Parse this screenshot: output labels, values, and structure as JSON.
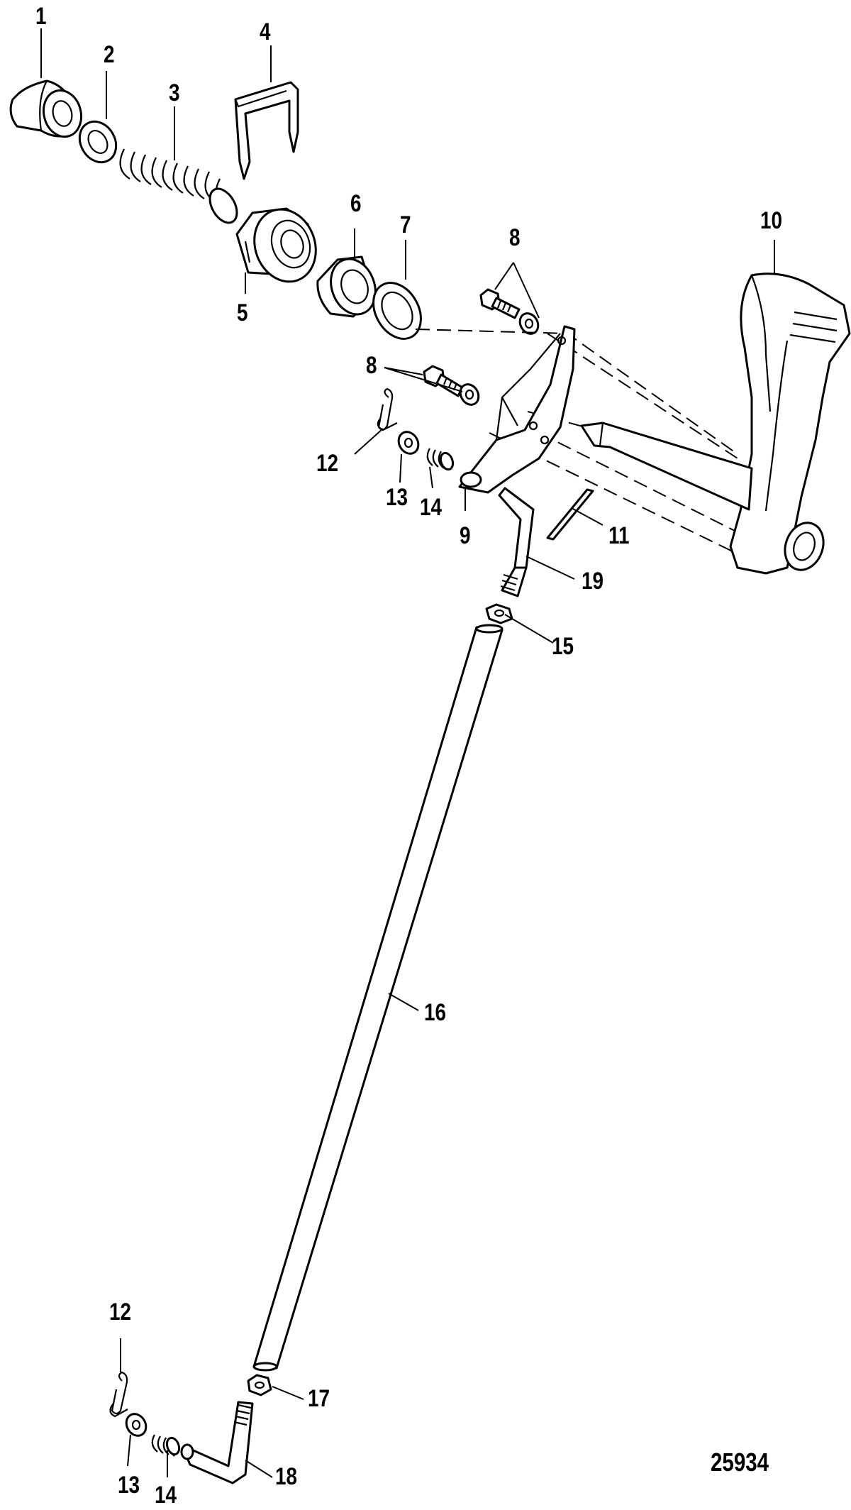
{
  "figure": {
    "figure_id": "25934"
  },
  "callouts": [
    {
      "key": "c1",
      "label": "1"
    },
    {
      "key": "c2",
      "label": "2"
    },
    {
      "key": "c3",
      "label": "3"
    },
    {
      "key": "c4",
      "label": "4"
    },
    {
      "key": "c5",
      "label": "5"
    },
    {
      "key": "c6",
      "label": "6"
    },
    {
      "key": "c7",
      "label": "7"
    },
    {
      "key": "c8a",
      "label": "8"
    },
    {
      "key": "c8b",
      "label": "8"
    },
    {
      "key": "c9",
      "label": "9"
    },
    {
      "key": "c10",
      "label": "10"
    },
    {
      "key": "c11",
      "label": "11"
    },
    {
      "key": "c12a",
      "label": "12"
    },
    {
      "key": "c13a",
      "label": "13"
    },
    {
      "key": "c14a",
      "label": "14"
    },
    {
      "key": "c15",
      "label": "15"
    },
    {
      "key": "c16",
      "label": "16"
    },
    {
      "key": "c17",
      "label": "17"
    },
    {
      "key": "c18",
      "label": "18"
    },
    {
      "key": "c19",
      "label": "19"
    },
    {
      "key": "c12b",
      "label": "12"
    },
    {
      "key": "c13b",
      "label": "13"
    },
    {
      "key": "c14b",
      "label": "14"
    }
  ]
}
